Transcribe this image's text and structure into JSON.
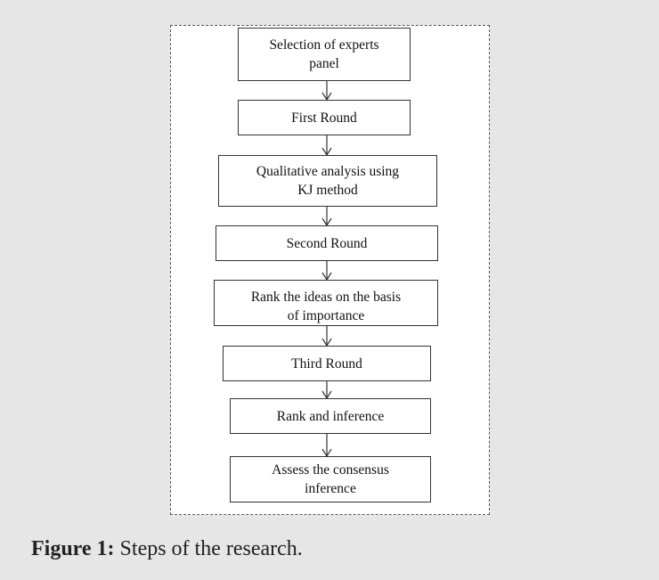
{
  "steps": [
    {
      "label": "Selection of experts\npanel"
    },
    {
      "label": "First Round"
    },
    {
      "label": "Qualitative analysis using\nKJ method"
    },
    {
      "label": "Second Round"
    },
    {
      "label": "Rank the ideas on the basis\nof importance"
    },
    {
      "label": "Third Round"
    },
    {
      "label": "Rank and inference"
    },
    {
      "label": "Assess the consensus\ninference"
    }
  ],
  "caption": {
    "label": "Figure 1:",
    "text": " Steps of the research."
  }
}
